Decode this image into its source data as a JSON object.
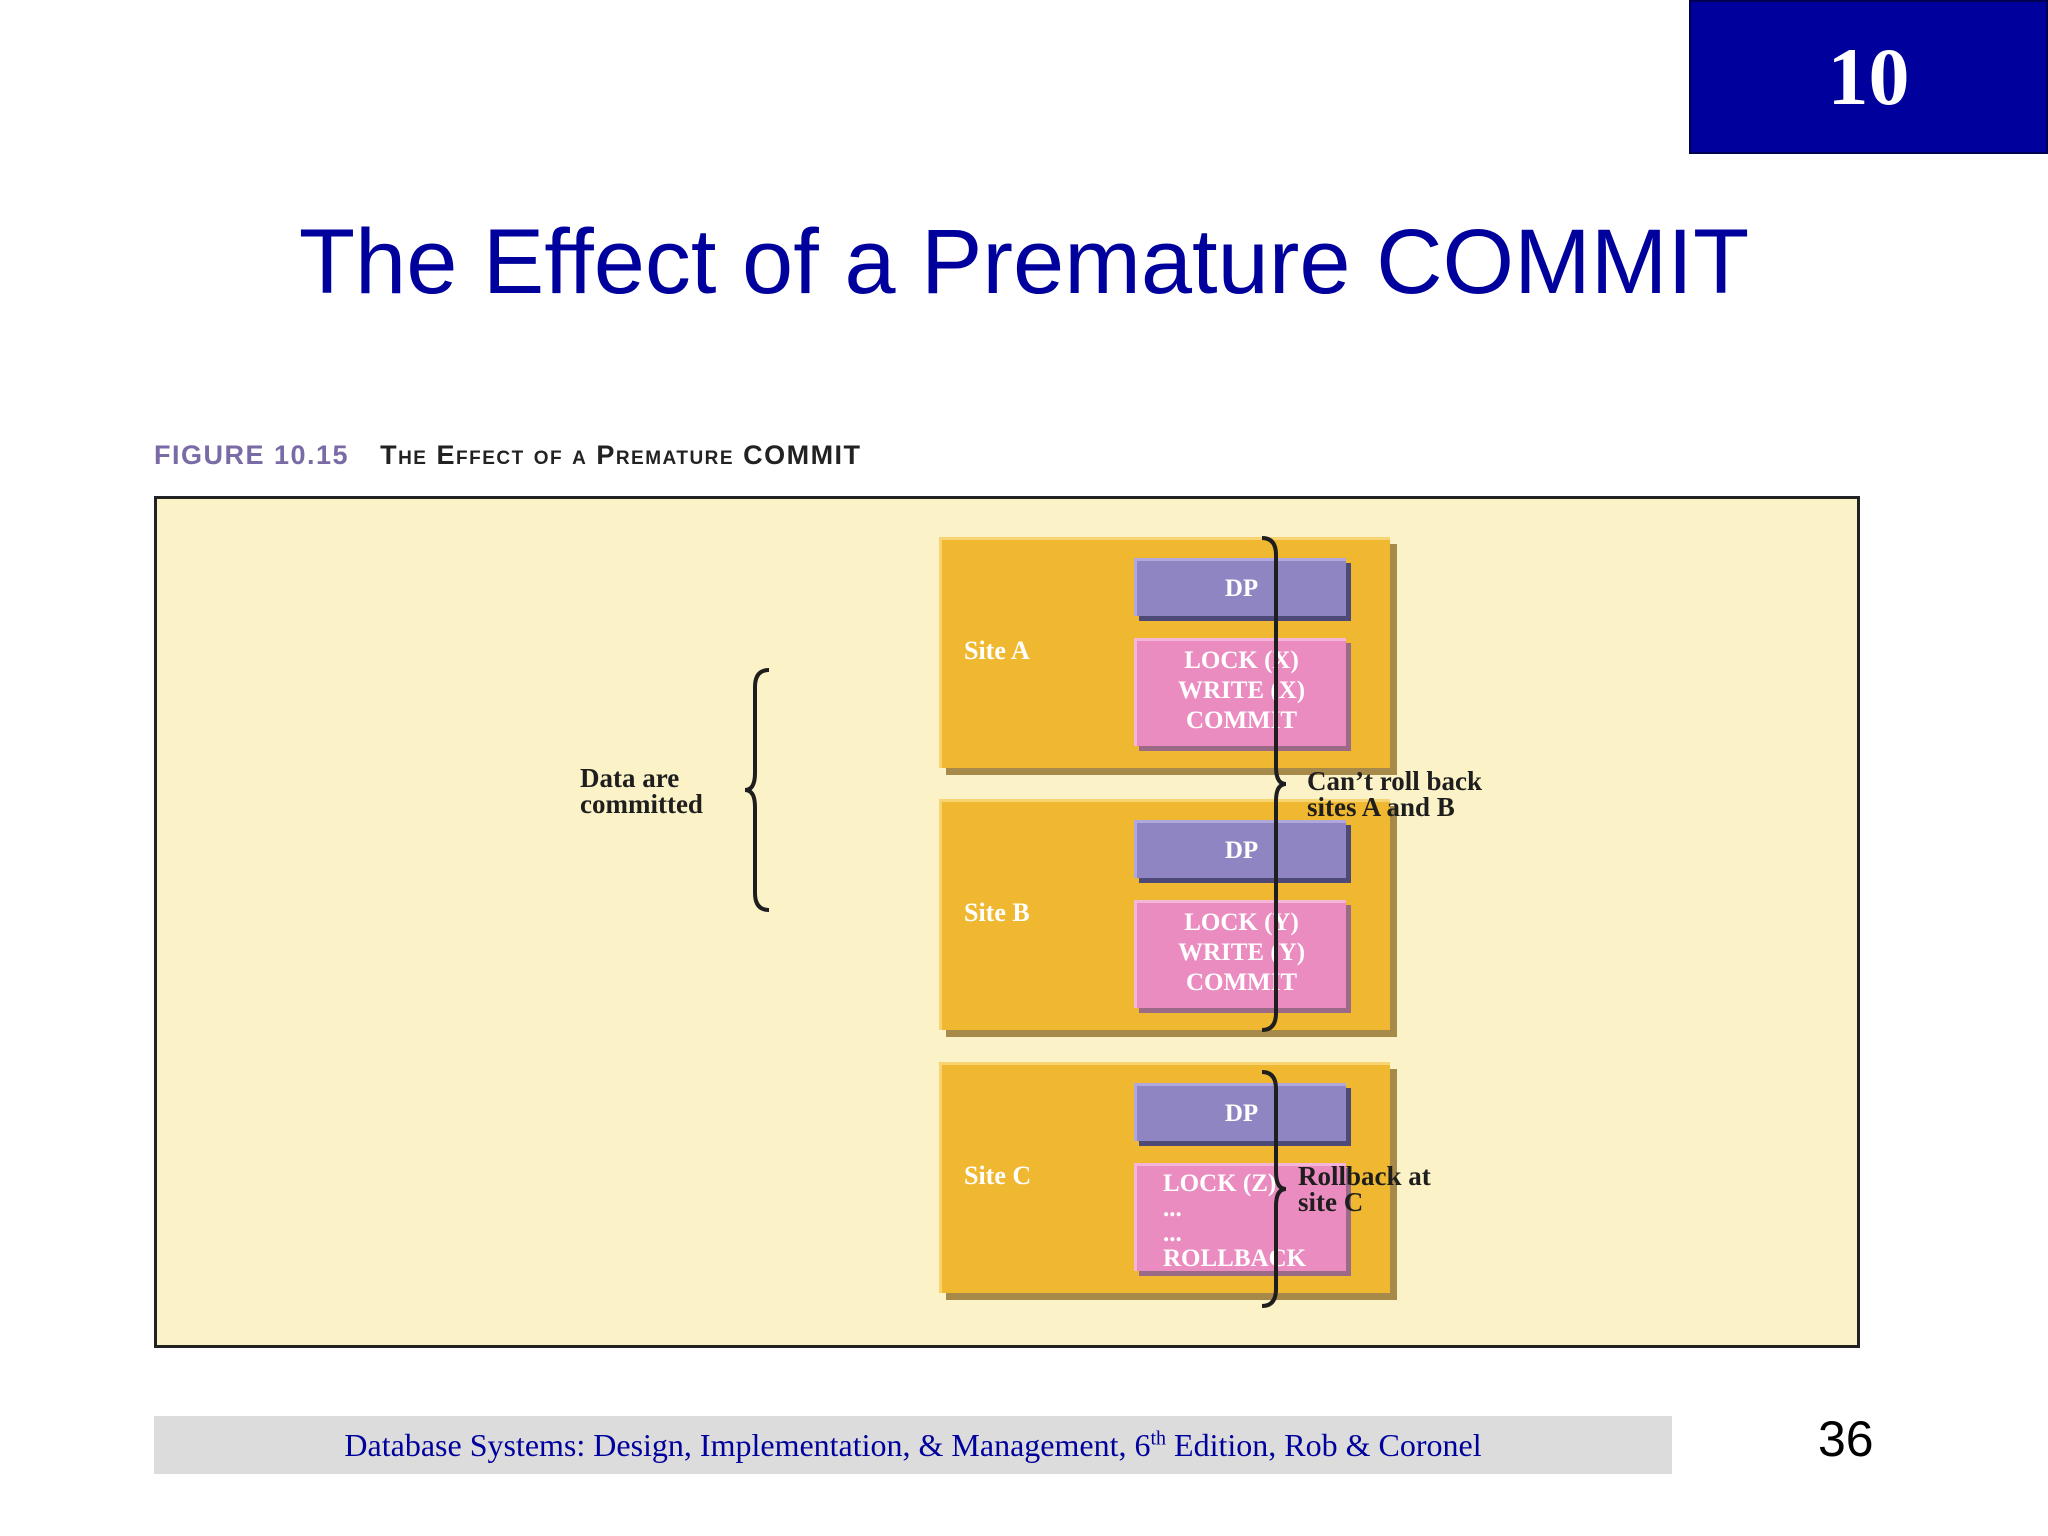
{
  "chapter_number": "10",
  "slide_title": "The Effect of a Premature COMMIT",
  "figure": {
    "number": "FIGURE 10.15",
    "caption": "The Effect of a Premature COMMIT"
  },
  "sites": [
    {
      "label": "Site A",
      "dp": "DP",
      "ops": [
        "LOCK (X)",
        "WRITE (X)",
        "COMMIT"
      ]
    },
    {
      "label": "Site B",
      "dp": "DP",
      "ops": [
        "LOCK (Y)",
        "WRITE (Y)",
        "COMMIT"
      ]
    },
    {
      "label": "Site C",
      "dp": "DP",
      "ops": [
        "LOCK (Z)",
        "...",
        "...",
        "ROLLBACK"
      ]
    }
  ],
  "annotations": {
    "left": [
      "Data are",
      "committed"
    ],
    "right_ab": [
      "Can’t roll back",
      "sites A and B"
    ],
    "right_c": [
      "Rollback at",
      "site C"
    ]
  },
  "colors": {
    "title_blue": "#00009c",
    "site_fill": "#f0b830",
    "dp_fill": "#8f85c2",
    "op_fill": "#eb8cc0",
    "panel_bg": "#fbf2c8"
  },
  "footer": {
    "text_before": "Database Systems: Design, Implementation, & Management, 6",
    "superscript": "th",
    "text_after": " Edition, Rob & Coronel"
  },
  "page_number": "36"
}
